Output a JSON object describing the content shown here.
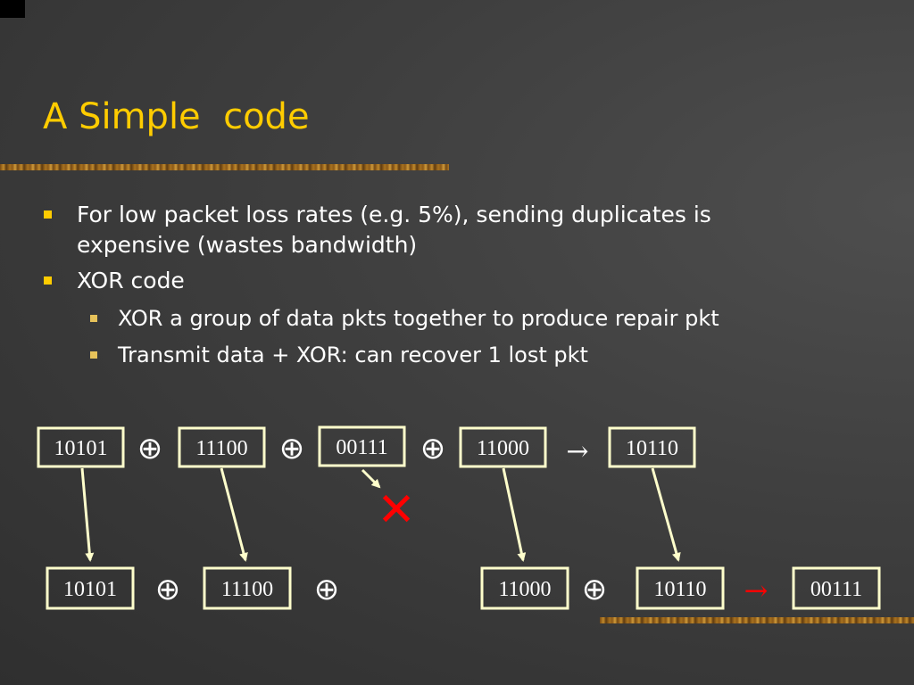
{
  "slide": {
    "title": "A Simple  code",
    "bullets": [
      {
        "text": "For low packet loss rates (e.g. 5%), sending duplicates is expensive (wastes bandwidth)"
      },
      {
        "text": "XOR code"
      },
      {
        "text": "XOR a group of data pkts together to produce repair pkt"
      },
      {
        "text": "Transmit data + XOR: can recover 1 lost pkt"
      }
    ]
  },
  "diagram": {
    "top_row": [
      "10101",
      "11100",
      "00111",
      "11000",
      "10110"
    ],
    "bottom_row": [
      "10101",
      "11100",
      "11000",
      "10110",
      "00111"
    ],
    "xor_symbol": "⊕",
    "arrow_symbol": "→",
    "lost_mark": "✕",
    "colors": {
      "box_border": "#ffffcc",
      "arrow_line": "#ffffcc",
      "result_arrow": "#ff0000",
      "lost_mark": "#ff0000",
      "title": "#ffcc00",
      "bullet": "#ffcc00"
    }
  }
}
